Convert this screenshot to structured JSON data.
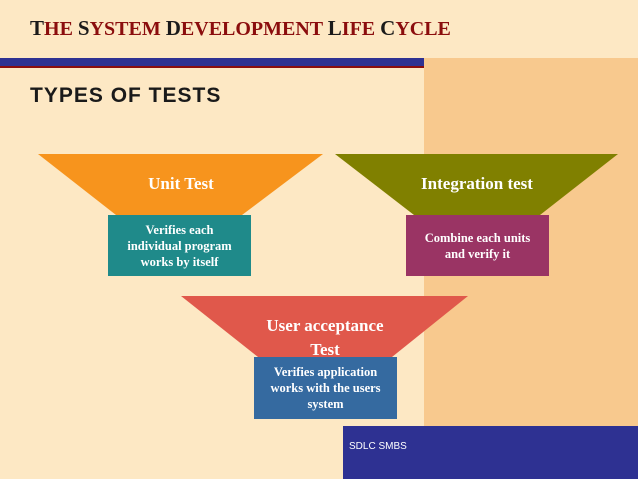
{
  "slide": {
    "title_parts": [
      {
        "cap": "T",
        "rest": "HE "
      },
      {
        "cap": "S",
        "rest": "YSTEM "
      },
      {
        "cap": "D",
        "rest": "EVELOPMENT "
      },
      {
        "cap": "L",
        "rest": "IFE "
      },
      {
        "cap": "C",
        "rest": "YCLE"
      }
    ],
    "subtitle": "TYPES OF TESTS",
    "footer": "SDLC SMBS"
  },
  "diagram": {
    "unit": {
      "label": "Unit Test",
      "color": "#f7941d",
      "box_color": "#1f8a8a",
      "description": "Verifies each individual program works by itself",
      "description_lines": [
        "Verifies each",
        "individual program",
        "works by itself"
      ]
    },
    "integration": {
      "label": "Integration test",
      "color": "#808000",
      "box_color": "#9a3464",
      "description": "Combine each units and verify it",
      "description_lines": [
        "Combine each units",
        "and verify it"
      ]
    },
    "uat": {
      "label_line1": "User acceptance",
      "label_line2": "Test",
      "color": "#e0584b",
      "box_color": "#356aa0",
      "description": "Verifies application works with the users system",
      "description_lines": [
        "Verifies application",
        "works with the users",
        "system"
      ]
    }
  },
  "theme": {
    "background": "#fde8c4",
    "right_panel": "#f8c98e",
    "rule_blue": "#2e3192",
    "rule_red": "#8b0d0d",
    "title_color": "#8b0d0d"
  }
}
